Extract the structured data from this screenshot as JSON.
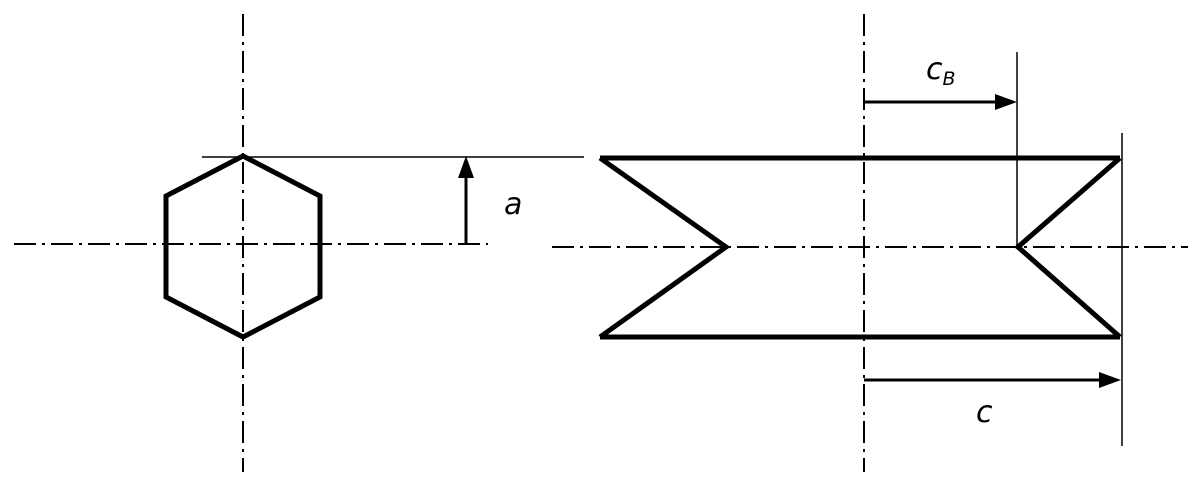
{
  "labels": {
    "a": "a",
    "c_main": "c",
    "c_sub": "B",
    "c": "c"
  },
  "colors": {
    "stroke": "#000000",
    "background": "#ffffff"
  }
}
